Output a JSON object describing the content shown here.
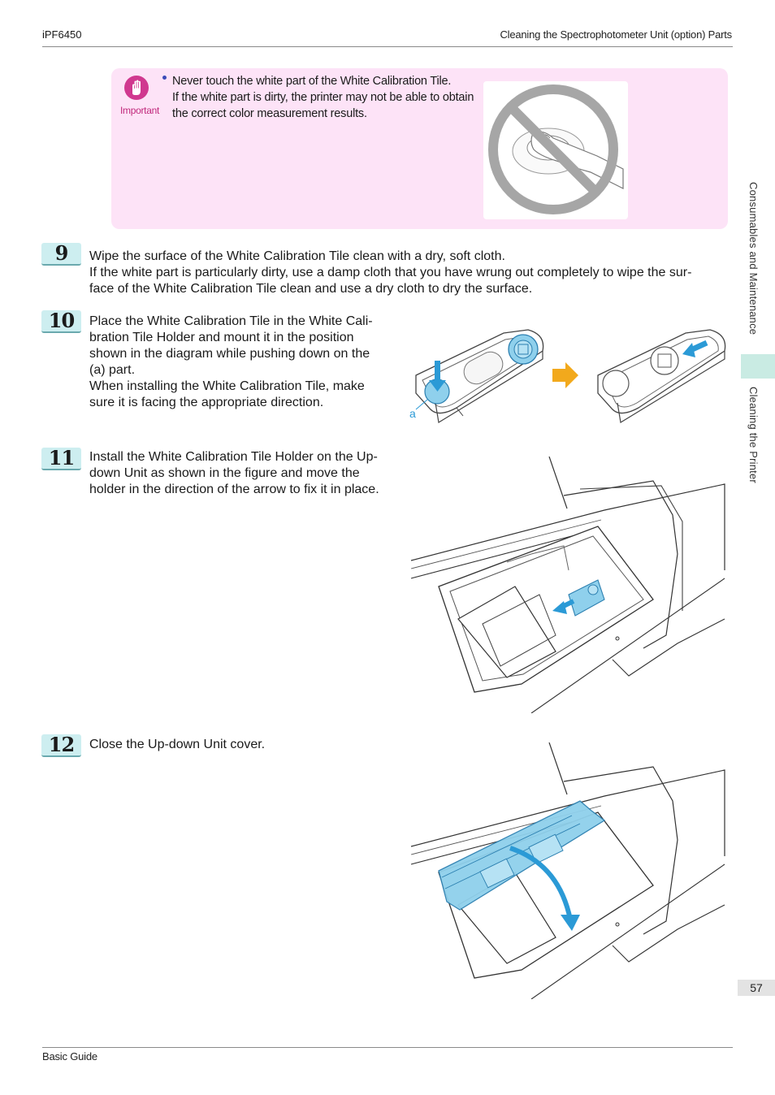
{
  "header": {
    "model": "iPF6450",
    "section": "Cleaning the Spectrophotometer Unit (option) Parts"
  },
  "important_note": {
    "label": "Important",
    "lines": [
      "Never touch the white part of the White Calibration Tile.",
      "If the white part is dirty, the printer may not be able to obtain",
      "the correct color measurement results."
    ]
  },
  "steps": [
    {
      "number": "9",
      "lines": [
        "Wipe the surface of the White Calibration Tile clean with a dry, soft cloth.",
        "If the white part is particularly dirty, use a damp cloth that you have wrung out completely to wipe the sur-",
        "face of the White Calibration Tile clean and use a dry cloth to dry the surface."
      ]
    },
    {
      "number": "10",
      "lines": [
        "Place the White Calibration Tile in the White Cali-",
        "bration Tile Holder and mount it in the position",
        "shown in the diagram while pushing down on the",
        "(a) part.",
        "When installing the White Calibration Tile, make",
        "sure it is facing the appropriate direction."
      ],
      "figure_callout": "a"
    },
    {
      "number": "11",
      "lines": [
        "Install the White Calibration Tile Holder on the Up-",
        "down Unit as shown in the figure and move the",
        "holder in the direction of the arrow to fix it in place."
      ]
    },
    {
      "number": "12",
      "lines": [
        "Close the Up-down Unit cover."
      ]
    }
  ],
  "side_tabs": {
    "chapter": "Consumables and Maintenance",
    "section": "Cleaning the Printer"
  },
  "page_number": "57",
  "footer": "Basic Guide",
  "colors": {
    "important_bg": "#fde3f7",
    "important_accent": "#d0388f",
    "step_badge": "#cdeef0",
    "part_blue": "#8fd0ec",
    "arrow_blue": "#2b9ad6",
    "arrow_orange": "#f2a91c",
    "side_tab_active": "#c9ebe3"
  }
}
